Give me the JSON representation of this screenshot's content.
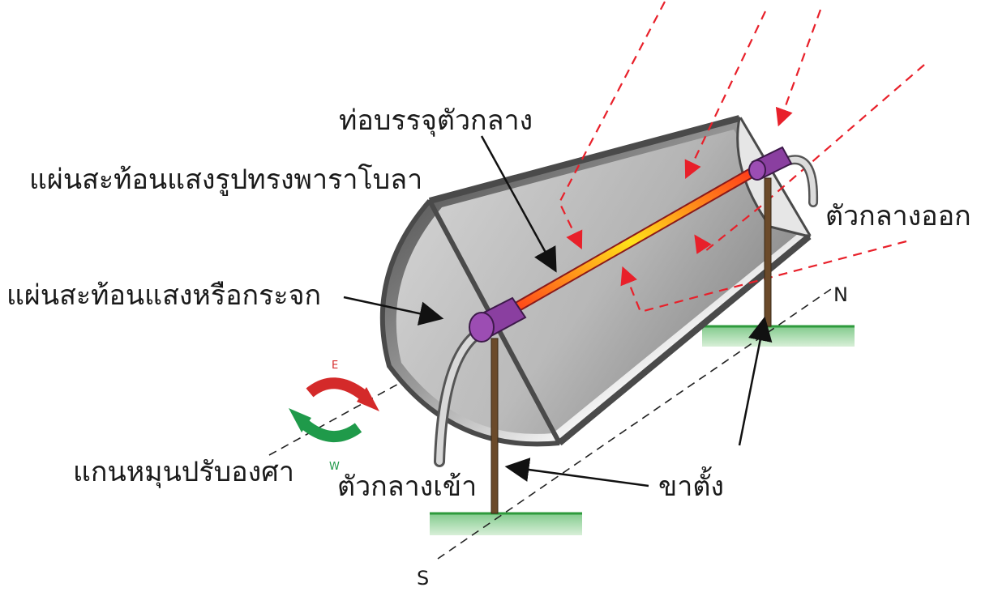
{
  "labels": {
    "center_tube": "ท่อบรรจุตัวกลาง",
    "parabolic_reflector": "แผ่นสะท้อนแสงรูปทรงพาราโบลา",
    "mirror_reflector": "แผ่นสะท้อนแสงหรือกระจก",
    "medium_out": "ตัวกลางออก",
    "medium_in": "ตัวกลางเข้า",
    "stand": "ขาตั้ง",
    "rotation_axis": "แกนหมุนปรับองศา"
  },
  "compass": {
    "north": "N",
    "south": "S",
    "east": "E",
    "west": "W"
  },
  "colors": {
    "ray": "#e8202a",
    "rotate_east": "#d42a2a",
    "rotate_west": "#1f9a4a",
    "end_cap": "#8a3fa0",
    "ground": "#2e9a3c",
    "post": "#6b4a2a"
  }
}
